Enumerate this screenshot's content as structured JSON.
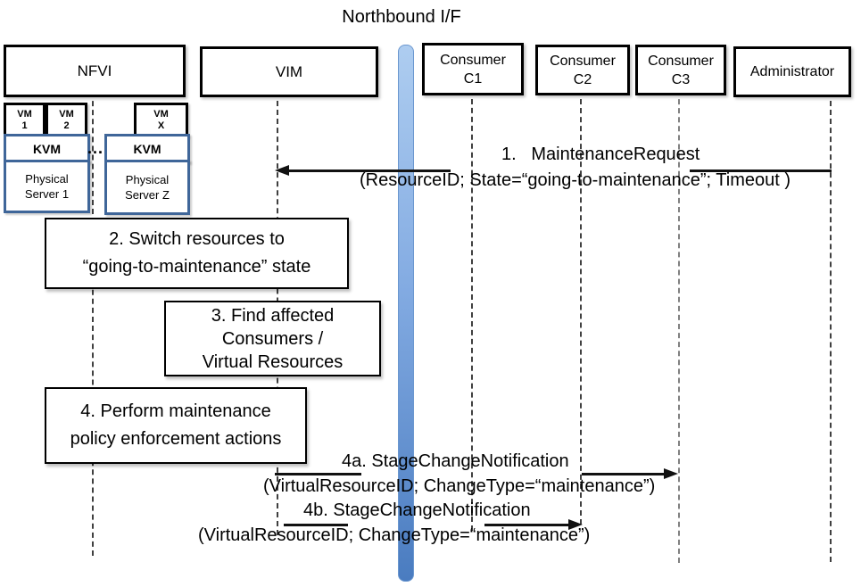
{
  "title": "Northbound I/F",
  "actors": {
    "nfvi": "NFVI",
    "vim": "VIM",
    "consumer_c1": {
      "line1": "Consumer",
      "line2": "C1"
    },
    "consumer_c2": {
      "line1": "Consumer",
      "line2": "C2"
    },
    "consumer_c3": {
      "line1": "Consumer",
      "line2": "C3"
    },
    "administrator": "Administrator"
  },
  "infrastructure": {
    "vm1": {
      "line1": "VM",
      "line2": "1"
    },
    "vm2": {
      "line1": "VM",
      "line2": "2"
    },
    "vmx": {
      "line1": "VM",
      "line2": "X"
    },
    "kvm_left": "KVM",
    "kvm_right": "KVM",
    "ellipsis": "...",
    "server1": {
      "line1": "Physical",
      "line2": "Server 1"
    },
    "serverz": {
      "line1": "Physical",
      "line2": "Server Z"
    }
  },
  "messages": {
    "m1": {
      "label": "1.   MaintenanceRequest",
      "params": "(ResourceID; State=“going-to-maintenance”; Timeout )"
    },
    "m4a": {
      "label": "4a. StageChangeNotification",
      "params": "(VirtualResourceID; ChangeType=“maintenance”)"
    },
    "m4b": {
      "label": "4b. StageChangeNotification",
      "params": "(VirtualResourceID; ChangeType=“maintenance”)"
    }
  },
  "steps": {
    "step2": {
      "line1": "2. Switch resources to",
      "line2": "“going-to-maintenance” state"
    },
    "step3": {
      "line1": "3. Find affected",
      "line2": "Consumers /",
      "line3": "Virtual Resources"
    },
    "step4": {
      "line1": "4. Perform maintenance",
      "line2": "policy enforcement actions"
    }
  },
  "colors": {
    "blue_box_border": "#3f6699",
    "bar_gradient_top": "#aecdf0",
    "bar_gradient_mid": "#83abe2",
    "bar_gradient_bottom": "#4a7cc0",
    "line_color": "#111111",
    "box_border": "#000000"
  }
}
